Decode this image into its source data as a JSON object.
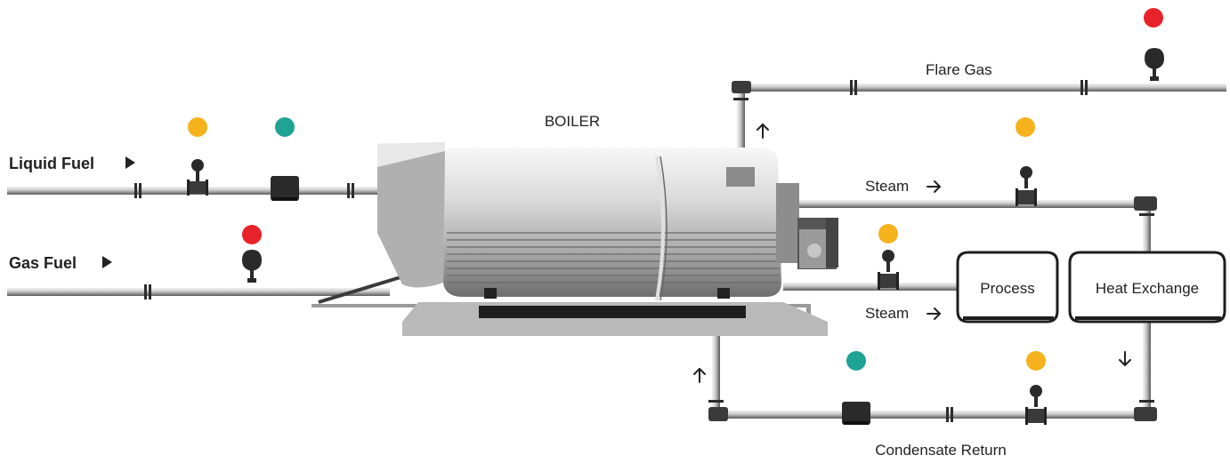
{
  "labels": {
    "boiler": "BOILER",
    "liquid_fuel": "Liquid Fuel",
    "gas_fuel": "Gas Fuel",
    "flare_gas": "Flare Gas",
    "steam_upper": "Steam",
    "steam_lower": "Steam",
    "process": "Process",
    "heat_exchange": "Heat Exchange",
    "condensate_return": "Condensate Return"
  },
  "colors": {
    "red": "#e8222a",
    "amber": "#f5b21d",
    "teal": "#1fa394",
    "pipe_dark": "#3a3a3a",
    "pipe_light": "#d6d6d6"
  },
  "status_dots": [
    {
      "id": "liquid-meter",
      "color": "amber"
    },
    {
      "id": "liquid-box",
      "color": "teal"
    },
    {
      "id": "gas-meter",
      "color": "red"
    },
    {
      "id": "flare-meter",
      "color": "red"
    },
    {
      "id": "steam-upper-meter",
      "color": "amber"
    },
    {
      "id": "steam-lower-meter",
      "color": "amber"
    },
    {
      "id": "condensate-box",
      "color": "teal"
    },
    {
      "id": "condensate-meter",
      "color": "amber"
    }
  ],
  "icons": {
    "direction_right": "triangle-right-icon",
    "flow_arrow": "arrow-icon",
    "flow_meter": "flow-meter-icon",
    "transmitter": "transmitter-box-icon"
  }
}
